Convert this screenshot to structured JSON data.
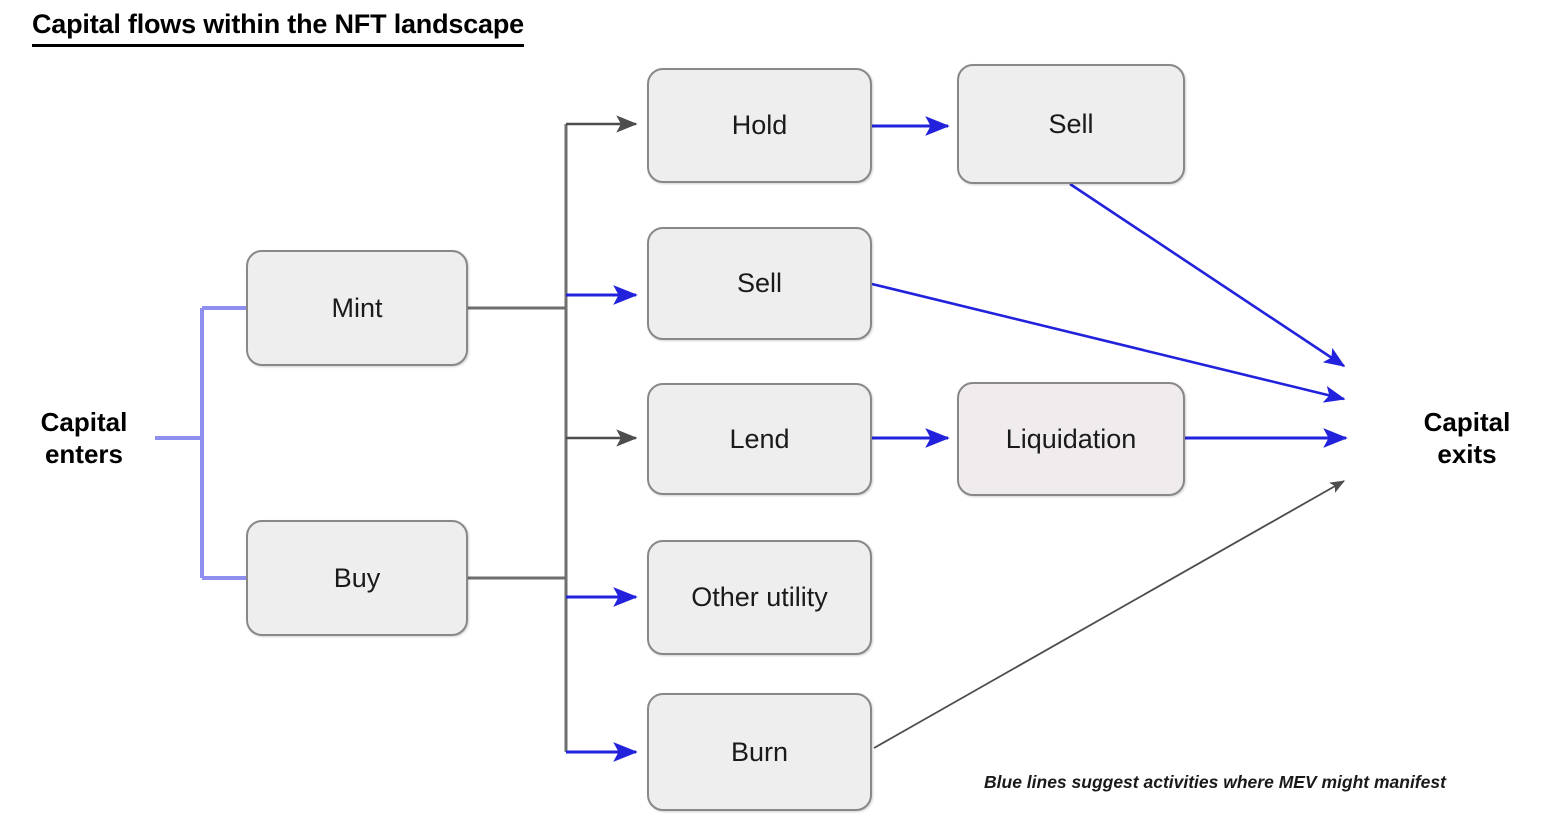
{
  "title": "Capital flows within the NFT landscape",
  "caption": "Blue lines suggest activities where MEV might manifest",
  "endpoints": {
    "enter": {
      "line1": "Capital",
      "line2": "enters"
    },
    "exit": {
      "line1": "Capital",
      "line2": "exits"
    }
  },
  "nodes": [
    {
      "id": "mint",
      "label": "Mint"
    },
    {
      "id": "buy",
      "label": "Buy"
    },
    {
      "id": "hold",
      "label": "Hold"
    },
    {
      "id": "sell_top",
      "label": "Sell"
    },
    {
      "id": "sell_mid",
      "label": "Sell"
    },
    {
      "id": "lend",
      "label": "Lend"
    },
    {
      "id": "liquidation",
      "label": "Liquidation"
    },
    {
      "id": "other_utility",
      "label": "Other utility"
    },
    {
      "id": "burn",
      "label": "Burn"
    }
  ],
  "edges": [
    {
      "from": "capital-enters",
      "to": "mint",
      "color": "lavender-blue",
      "arrow": false
    },
    {
      "from": "capital-enters",
      "to": "buy",
      "color": "lavender-blue",
      "arrow": false
    },
    {
      "from": "mint",
      "to": "branch-bus",
      "color": "gray",
      "arrow": false
    },
    {
      "from": "buy",
      "to": "branch-bus",
      "color": "gray",
      "arrow": false
    },
    {
      "from": "branch-bus",
      "to": "hold",
      "color": "gray",
      "arrow": true
    },
    {
      "from": "branch-bus",
      "to": "sell_mid",
      "color": "blue",
      "arrow": true
    },
    {
      "from": "branch-bus",
      "to": "lend",
      "color": "gray",
      "arrow": true
    },
    {
      "from": "branch-bus",
      "to": "other_utility",
      "color": "blue",
      "arrow": true
    },
    {
      "from": "branch-bus",
      "to": "burn",
      "color": "blue",
      "arrow": true
    },
    {
      "from": "hold",
      "to": "sell_top",
      "color": "blue",
      "arrow": true
    },
    {
      "from": "sell_top",
      "to": "capital-exits",
      "color": "blue",
      "arrow": true
    },
    {
      "from": "sell_mid",
      "to": "capital-exits",
      "color": "blue",
      "arrow": true
    },
    {
      "from": "lend",
      "to": "liquidation",
      "color": "blue",
      "arrow": true
    },
    {
      "from": "liquidation",
      "to": "capital-exits",
      "color": "blue",
      "arrow": true
    },
    {
      "from": "burn",
      "to": "capital-exits",
      "color": "gray",
      "arrow": true
    }
  ],
  "colors": {
    "blue": "#2222dd",
    "lavender_blue": "#8f8ff0",
    "gray": "#5a5a5a",
    "node_fill": "#eeeeee",
    "node_fill_tinted": "#f0ebec",
    "node_border": "#888888",
    "text": "#1a1a1a",
    "background": "#ffffff"
  }
}
